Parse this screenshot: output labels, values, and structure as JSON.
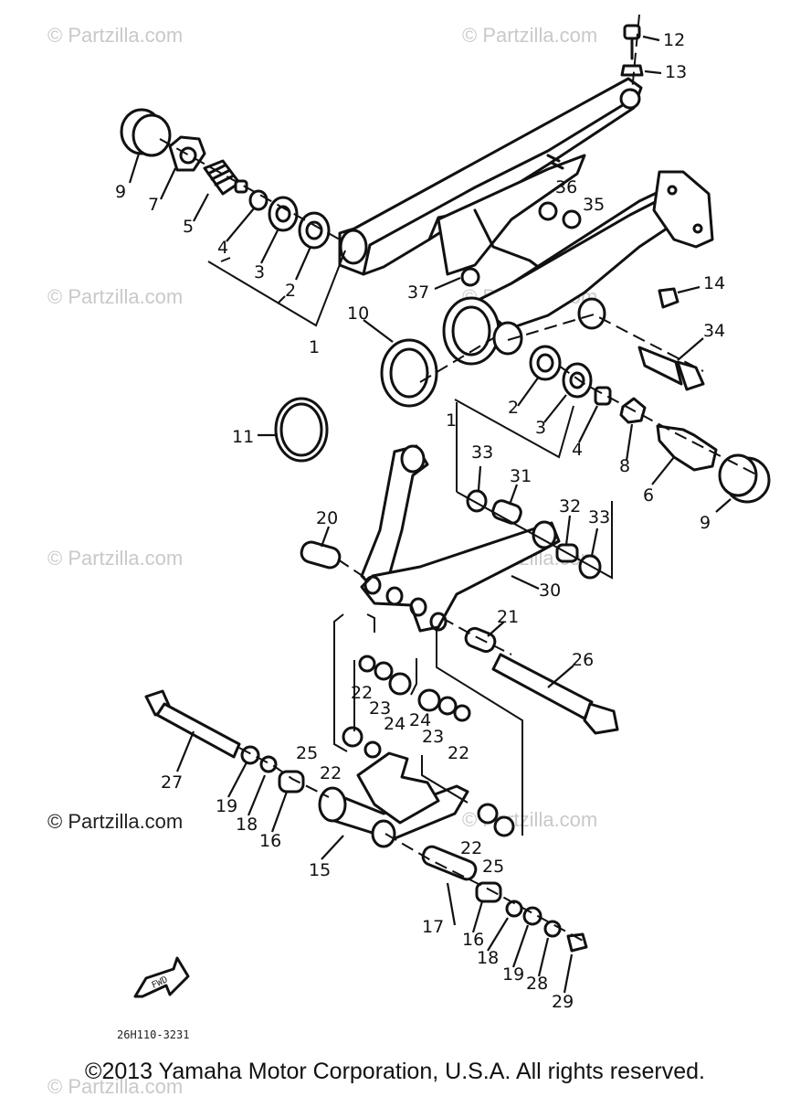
{
  "watermarks": [
    "© Partzilla.com",
    "© Partzilla.com",
    "© Partzilla.com",
    "© Partzilla.com",
    "© Partzilla.com",
    "© Partzilla.com",
    "© Partzilla.com",
    "© Partzilla.com"
  ],
  "watermark_highlight": "© Partzilla.com",
  "diagram_code": "26H110-3231",
  "front_arrow_label": "FWD",
  "copyright": "©2013 Yamaha Motor Corporation, U.S.A. All rights reserved.",
  "callouts": [
    "12",
    "13",
    "9",
    "7",
    "5",
    "4",
    "3",
    "2",
    "1",
    "36",
    "35",
    "37",
    "14",
    "34",
    "10",
    "11",
    "2",
    "3",
    "4",
    "8",
    "1",
    "6",
    "9",
    "33",
    "31",
    "32",
    "33",
    "20",
    "30",
    "21",
    "26",
    "22",
    "23",
    "24",
    "24",
    "23",
    "22",
    "25",
    "22",
    "27",
    "19",
    "18",
    "16",
    "15",
    "22",
    "25",
    "17",
    "16",
    "18",
    "19",
    "28",
    "29"
  ]
}
